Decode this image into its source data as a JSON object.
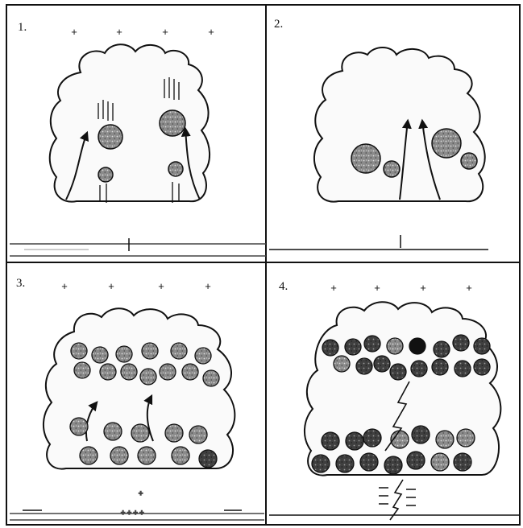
{
  "panels": [
    {
      "id": "1",
      "label": "1.",
      "top_charges": [
        "+",
        "+",
        "+",
        "+"
      ]
    },
    {
      "id": "2",
      "label": "2.",
      "top_charges": []
    },
    {
      "id": "3",
      "label": "3.",
      "top_charges": [
        "+",
        "+",
        "+",
        "+"
      ]
    },
    {
      "id": "4",
      "label": "4.",
      "top_charges": [
        "+",
        "+",
        "+",
        "+"
      ]
    }
  ],
  "colors": {
    "ink": "#111111",
    "cloud_fill": "#fafafa",
    "particle_fill": "#8a8a8a",
    "particle_dark": "#3a3a3a",
    "ground": "#9a9a9a"
  },
  "icons": [
    "cloud-icon",
    "charged-particle-icon",
    "updraft-arrow-icon",
    "lightning-bolt-icon",
    "ground-line-icon"
  ]
}
